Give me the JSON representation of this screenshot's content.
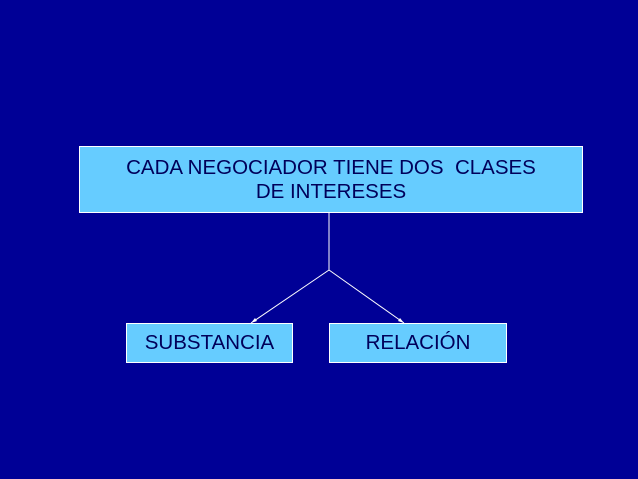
{
  "colors": {
    "background": "#000096",
    "box_fill": "#66ccff",
    "box_text": "#00005a",
    "lines": "#ffffff"
  },
  "diagram": {
    "root": {
      "line1": "CADA NEGOCIADOR TIENE DOS  CLASES",
      "line2": "DE INTERESES"
    },
    "children": [
      "SUBSTANCIA",
      "RELACIÓN"
    ]
  }
}
